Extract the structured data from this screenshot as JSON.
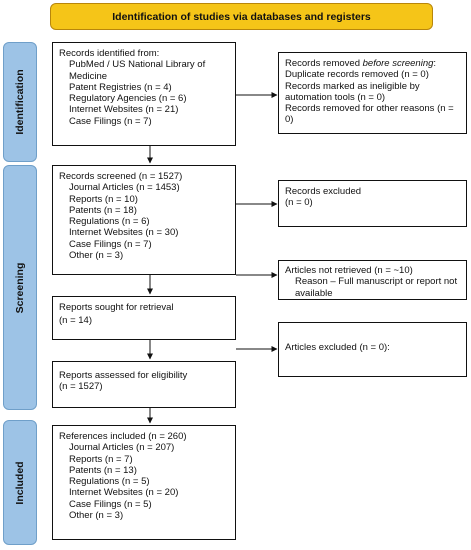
{
  "header": "Identification of studies via databases and registers",
  "phases": {
    "identification": "Identification",
    "screening": "Screening",
    "included": "Included"
  },
  "records_identified": {
    "title": "Records identified from:",
    "items": [
      "PubMed / US National Library of Medicine",
      "Patent Registries (n = 4)",
      "Regulatory Agencies (n = 6)",
      "Internet Websites (n = 21)",
      "Case Filings (n = 7)"
    ]
  },
  "records_removed": {
    "title_pre": "Records removed ",
    "title_em": "before screening",
    "title_post": ":",
    "items": [
      "Duplicate records removed (n = 0)",
      "Records marked as ineligible by automation tools (n = 0)",
      "Records removed for other reasons (n = 0)"
    ]
  },
  "records_screened": {
    "title": "Records screened (n = 1527)",
    "items": [
      "Journal Articles (n = 1453)",
      "Reports (n = 10)",
      "Patents (n = 18)",
      "Regulations (n = 6)",
      "Internet Websites (n = 30)",
      "Case Filings (n = 7)",
      "Other (n = 3)"
    ]
  },
  "records_excluded": {
    "title": "Records excluded",
    "count": "(n = 0)"
  },
  "not_retrieved": {
    "title": "Articles not retrieved (n = ~10)",
    "reason": "Reason – Full manuscript or report not available"
  },
  "sought_retrieval": {
    "title": "Reports sought for retrieval",
    "count": "(n = 14)"
  },
  "articles_excluded": {
    "title": "Articles excluded (n = 0):"
  },
  "assessed": {
    "title": "Reports assessed for eligibility",
    "count": "(n = 1527)"
  },
  "included": {
    "title": "References included (n = 260)",
    "items": [
      "Journal Articles (n = 207)",
      "Reports (n = 7)",
      "Patents (n = 13)",
      "Regulations (n = 5)",
      "Internet Websites (n = 20)",
      "Case Filings (n = 5)",
      "Other (n = 3)"
    ]
  }
}
